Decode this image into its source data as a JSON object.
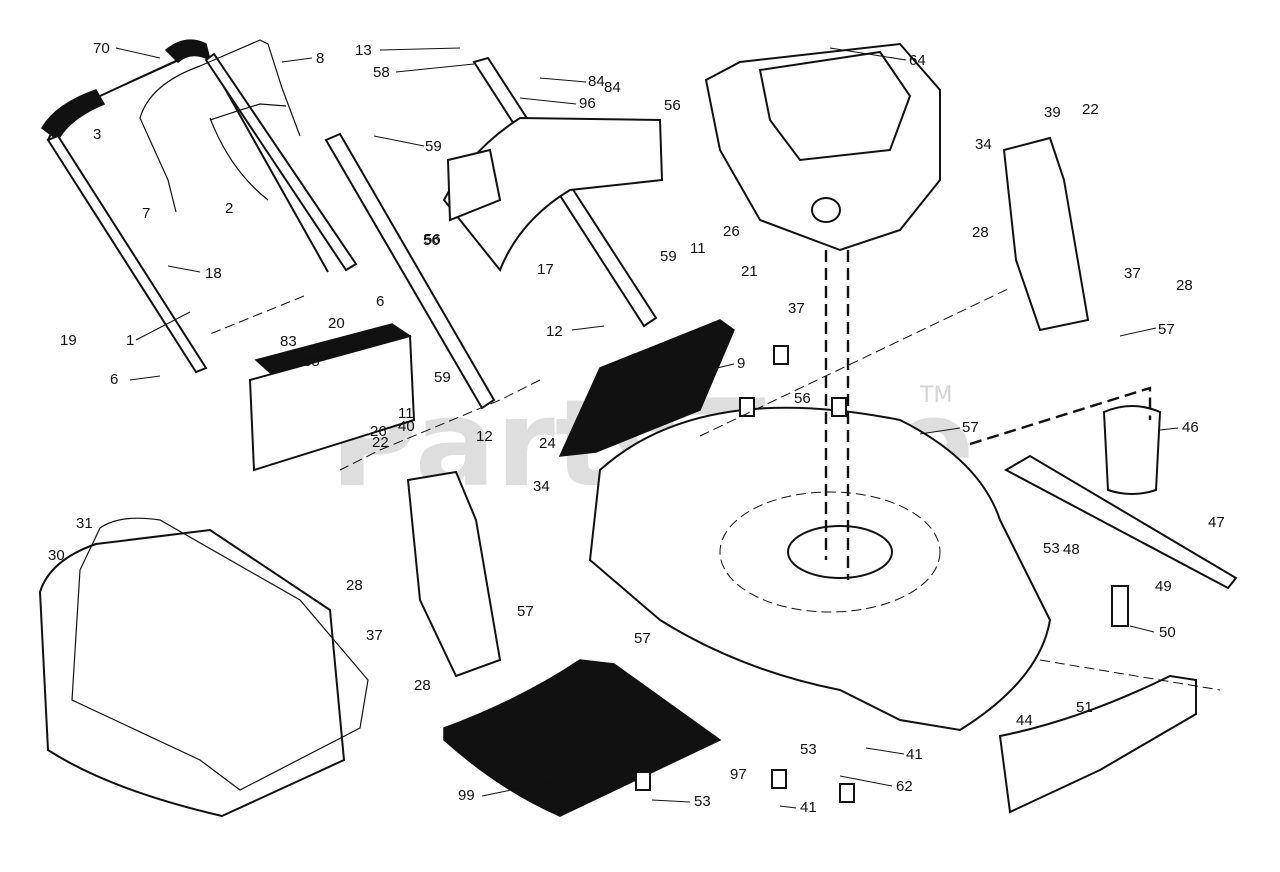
{
  "watermark": {
    "text": "PartsTree",
    "tm": "TM"
  },
  "callouts": [
    "70",
    "8",
    "13",
    "58",
    "84",
    "96",
    "84",
    "64",
    "3",
    "56",
    "59",
    "56",
    "39",
    "22",
    "7",
    "2",
    "34",
    "18",
    "56",
    "17",
    "11",
    "26",
    "59",
    "21",
    "28",
    "37",
    "28",
    "6",
    "19",
    "1",
    "12",
    "37",
    "57",
    "83",
    "20",
    "85",
    "9",
    "6",
    "56",
    "59",
    "11",
    "26",
    "24",
    "57",
    "46",
    "22",
    "40",
    "12",
    "34",
    "31",
    "30",
    "47",
    "53",
    "48",
    "49",
    "28",
    "57",
    "37",
    "57",
    "50",
    "28",
    "44",
    "51",
    "53",
    "41",
    "97",
    "62",
    "99",
    "53",
    "41"
  ]
}
